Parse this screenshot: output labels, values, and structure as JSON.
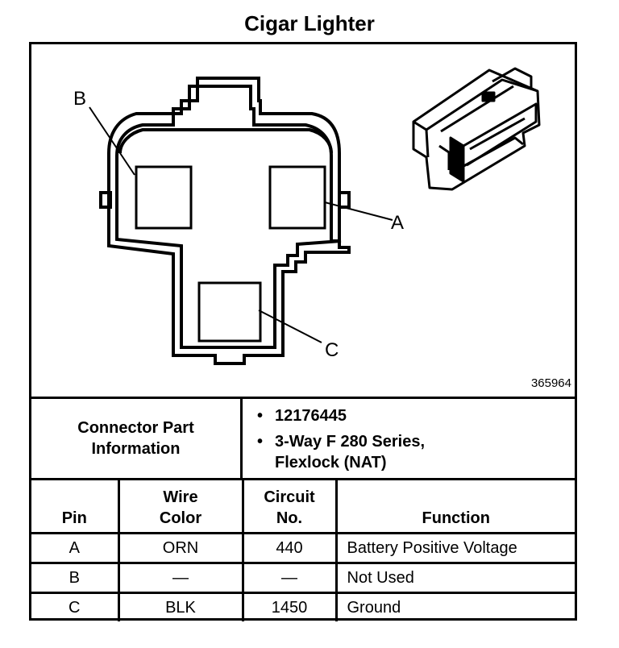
{
  "title": "Cigar Lighter",
  "figure": {
    "number": "365964",
    "pin_labels": {
      "a": "A",
      "b": "B",
      "c": "C"
    }
  },
  "connector_info": {
    "label_line1": "Connector Part",
    "label_line2": "Information",
    "items": [
      "12176445",
      "3-Way F 280 Series,",
      "Flexlock (NAT)"
    ]
  },
  "table": {
    "headers": {
      "pin": "Pin",
      "wire_color_1": "Wire",
      "wire_color_2": "Color",
      "circuit_1": "Circuit",
      "circuit_2": "No.",
      "function": "Function"
    },
    "rows": [
      {
        "pin": "A",
        "wire_color": "ORN",
        "circuit": "440",
        "function": "Battery Positive Voltage"
      },
      {
        "pin": "B",
        "wire_color": "—",
        "circuit": "—",
        "function": "Not Used"
      },
      {
        "pin": "C",
        "wire_color": "BLK",
        "circuit": "1450",
        "function": "Ground"
      }
    ]
  }
}
